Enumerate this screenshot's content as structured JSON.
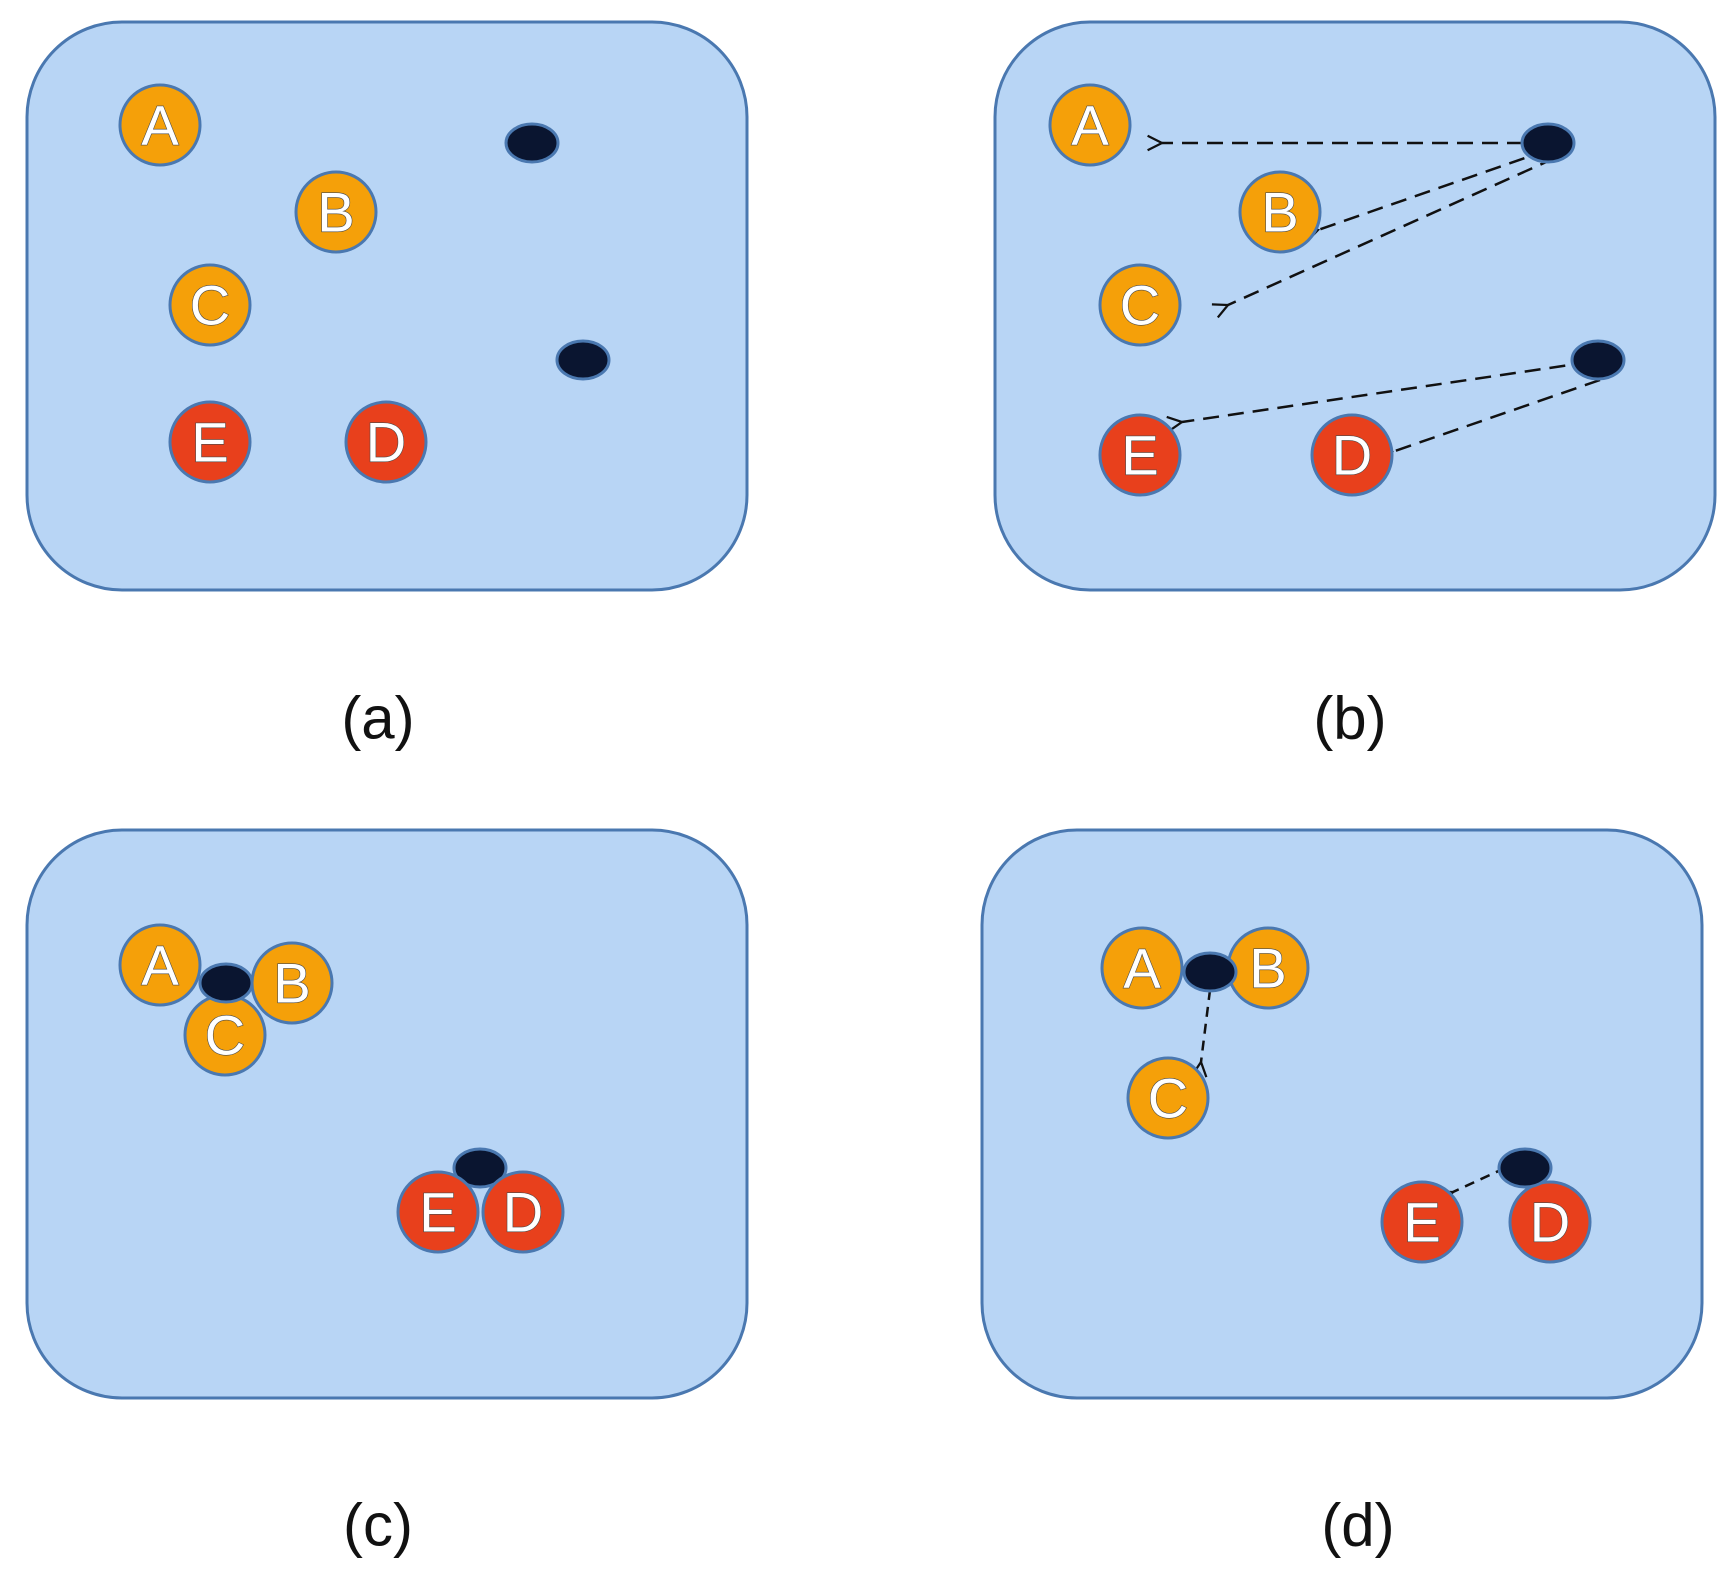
{
  "panels": [
    {
      "caption": "(a)",
      "nodes": [
        {
          "label": "A",
          "color": "#f5a009"
        },
        {
          "label": "B",
          "color": "#f5a009"
        },
        {
          "label": "C",
          "color": "#f5a009"
        },
        {
          "label": "E",
          "color": "#e8401c"
        },
        {
          "label": "D",
          "color": "#e8401c"
        }
      ]
    },
    {
      "caption": "(b)",
      "nodes": [
        {
          "label": "A",
          "color": "#f5a009"
        },
        {
          "label": "B",
          "color": "#f5a009"
        },
        {
          "label": "C",
          "color": "#f5a009"
        },
        {
          "label": "E",
          "color": "#e8401c"
        },
        {
          "label": "D",
          "color": "#e8401c"
        }
      ]
    },
    {
      "caption": "(c)",
      "nodes": [
        {
          "label": "A",
          "color": "#f5a009"
        },
        {
          "label": "B",
          "color": "#f5a009"
        },
        {
          "label": "C",
          "color": "#f5a009"
        },
        {
          "label": "E",
          "color": "#e8401c"
        },
        {
          "label": "D",
          "color": "#e8401c"
        }
      ]
    },
    {
      "caption": "(d)",
      "nodes": [
        {
          "label": "A",
          "color": "#f5a009"
        },
        {
          "label": "B",
          "color": "#f5a009"
        },
        {
          "label": "C",
          "color": "#f5a009"
        },
        {
          "label": "E",
          "color": "#e8401c"
        },
        {
          "label": "D",
          "color": "#e8401c"
        }
      ]
    }
  ],
  "colors": {
    "panel_fill": "#b8d5f5",
    "panel_border": "#4a78b0",
    "cluster_1": "#f5a009",
    "cluster_2": "#e8401c",
    "centroid": "#0a1530"
  }
}
